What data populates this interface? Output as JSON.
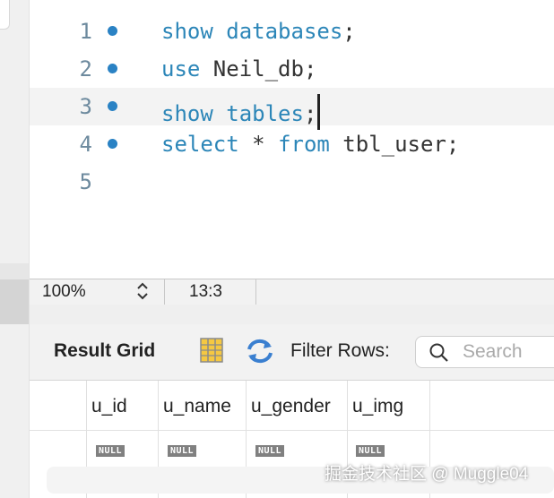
{
  "editor": {
    "lines": [
      {
        "number": "1",
        "parts": [
          {
            "text": "show databases",
            "kw": true
          },
          {
            "text": ";",
            "kw": false
          }
        ]
      },
      {
        "number": "2",
        "parts": [
          {
            "text": "use",
            "kw": true
          },
          {
            "text": " Neil_db;",
            "kw": false
          }
        ]
      },
      {
        "number": "3",
        "parts": [
          {
            "text": "show tables",
            "kw": true
          },
          {
            "text": ";",
            "kw": false
          }
        ],
        "active": true
      },
      {
        "number": "4",
        "parts": [
          {
            "text": "select",
            "kw": true
          },
          {
            "text": " * ",
            "kw": false
          },
          {
            "text": "from",
            "kw": true
          },
          {
            "text": " tbl_user;",
            "kw": false
          }
        ]
      },
      {
        "number": "5",
        "parts": []
      }
    ]
  },
  "status_bar": {
    "zoom": "100%",
    "stepper_icon": "updown-chevron-icon",
    "cursor_position": "13:3"
  },
  "result_grid": {
    "title": "Result Grid",
    "grid_icon": "grid-view-icon",
    "refresh_icon": "refresh-icon",
    "filter_label": "Filter Rows:",
    "search_placeholder": "Search",
    "search_icon": "search-icon",
    "columns": [
      "u_id",
      "u_name",
      "u_gender",
      "u_img"
    ],
    "rows": [
      [
        "NULL",
        "NULL",
        "NULL",
        "NULL"
      ]
    ]
  },
  "watermark": "掘金技术社区 @ Muggle04",
  "colors": {
    "keyword": "#2c86b8",
    "line_number": "#6d8a9e",
    "marker": "#2a82c4",
    "active_line": "#f3f3f3",
    "null_badge": "#808080"
  }
}
